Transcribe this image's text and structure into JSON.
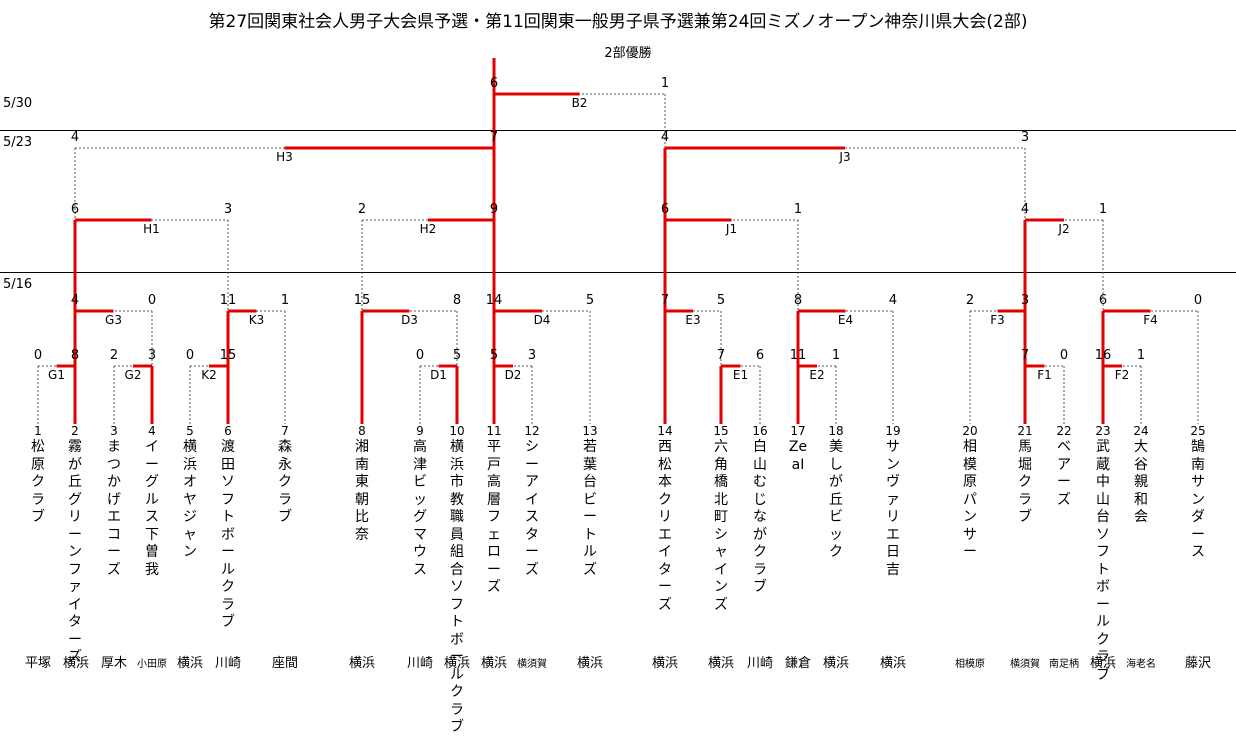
{
  "title": "第27回関東社会人男子大会県予選・第11回関東一般男子県予選兼第24回ミズノオープン神奈川県大会(2部)",
  "champion_label": "2部優勝",
  "dates": [
    "5/30",
    "5/23",
    "5/16"
  ],
  "teams": [
    {
      "no": "1",
      "name": "松原クラブ",
      "city": "平塚"
    },
    {
      "no": "2",
      "name": "霧が丘グリーンファイターズ",
      "city": "横浜"
    },
    {
      "no": "3",
      "name": "まつかげエコーズ",
      "city": "厚木"
    },
    {
      "no": "4",
      "name": "イーグルス下曽我",
      "city": "小田原"
    },
    {
      "no": "5",
      "name": "横浜オヤジャン",
      "city": "横浜"
    },
    {
      "no": "6",
      "name": "渡田ソフトボールクラブ",
      "city": "川崎"
    },
    {
      "no": "7",
      "name": "森永クラブ",
      "city": "座間"
    },
    {
      "no": "8",
      "name": "湘南東朝比奈",
      "city": "横浜"
    },
    {
      "no": "9",
      "name": "高津ビッグマウス",
      "city": "川崎"
    },
    {
      "no": "10",
      "name": "横浜市教職員組合ソフトボールクラブ",
      "city": "横浜"
    },
    {
      "no": "11",
      "name": "平戸高層フェローズ",
      "city": "横浜"
    },
    {
      "no": "12",
      "name": "シーアイスターズ",
      "city": "横須賀"
    },
    {
      "no": "13",
      "name": "若葉台ビートルズ",
      "city": "横浜"
    },
    {
      "no": "14",
      "name": "西松本クリエイターズ",
      "city": "横浜"
    },
    {
      "no": "15",
      "name": "六角橋北町シャインズ",
      "city": "横浜"
    },
    {
      "no": "16",
      "name": "白山むじながクラブ",
      "city": "川崎"
    },
    {
      "no": "17",
      "name": "ZeaI",
      "city": "鎌倉"
    },
    {
      "no": "18",
      "name": "美しが丘ビック",
      "city": "横浜"
    },
    {
      "no": "19",
      "name": "サンヴァリエ日吉",
      "city": "横浜"
    },
    {
      "no": "20",
      "name": "相模原パンサー",
      "city": "相模原"
    },
    {
      "no": "21",
      "name": "馬堀クラブ",
      "city": "横須賀"
    },
    {
      "no": "22",
      "name": "ベアーズ",
      "city": "南足柄"
    },
    {
      "no": "23",
      "name": "武蔵中山台ソフトボールクラブ",
      "city": "横浜"
    },
    {
      "no": "24",
      "name": "大谷親和会",
      "city": "海老名"
    },
    {
      "no": "25",
      "name": "鵠南サンダース",
      "city": "藤沢"
    }
  ],
  "matches": {
    "G1": {
      "code": "G1",
      "left": "0",
      "right": "8",
      "winner": "right"
    },
    "G2": {
      "code": "G2",
      "left": "2",
      "right": "3",
      "winner": "right"
    },
    "K2": {
      "code": "K2",
      "left": "0",
      "right": "15",
      "winner": "right"
    },
    "D1": {
      "code": "D1",
      "left": "0",
      "right": "5",
      "winner": "right"
    },
    "D2": {
      "code": "D2",
      "left": "5",
      "right": "3",
      "winner": "left"
    },
    "E1": {
      "code": "E1",
      "left": "7",
      "right": "6",
      "winner": "left"
    },
    "E2": {
      "code": "E2",
      "left": "11",
      "right": "1",
      "winner": "left"
    },
    "F1": {
      "code": "F1",
      "left": "7",
      "right": "0",
      "winner": "left"
    },
    "F2": {
      "code": "F2",
      "left": "16",
      "right": "1",
      "winner": "left"
    },
    "G3": {
      "code": "G3",
      "left": "4",
      "right": "0",
      "winner": "left"
    },
    "K3": {
      "code": "K3",
      "left": "11",
      "right": "1",
      "winner": "left"
    },
    "D3": {
      "code": "D3",
      "left": "15",
      "right": "8",
      "winner": "left"
    },
    "D4": {
      "code": "D4",
      "left": "14",
      "right": "5",
      "winner": "left"
    },
    "E3": {
      "code": "E3",
      "left": "7",
      "right": "5",
      "winner": "left"
    },
    "E4": {
      "code": "E4",
      "left": "8",
      "right": "4",
      "winner": "left"
    },
    "F3": {
      "code": "F3",
      "left": "2",
      "right": "3",
      "winner": "right"
    },
    "F4": {
      "code": "F4",
      "left": "6",
      "right": "0",
      "winner": "left"
    },
    "H1": {
      "code": "H1",
      "left": "6",
      "right": "3",
      "winner": "left"
    },
    "H2": {
      "code": "H2",
      "left": "2",
      "right": "9",
      "winner": "right"
    },
    "J1": {
      "code": "J1",
      "left": "6",
      "right": "1",
      "winner": "left"
    },
    "J2": {
      "code": "J2",
      "left": "4",
      "right": "1",
      "winner": "left"
    },
    "H3": {
      "code": "H3",
      "left": "4",
      "right": "7",
      "winner": "right"
    },
    "J3": {
      "code": "J3",
      "left": "4",
      "right": "3",
      "winner": "left"
    },
    "B2": {
      "code": "B2",
      "left": "6",
      "right": "1",
      "winner": "left"
    }
  },
  "colors": {
    "winner_line": "#e00000",
    "loser_line": "#555555",
    "text": "#000000"
  }
}
